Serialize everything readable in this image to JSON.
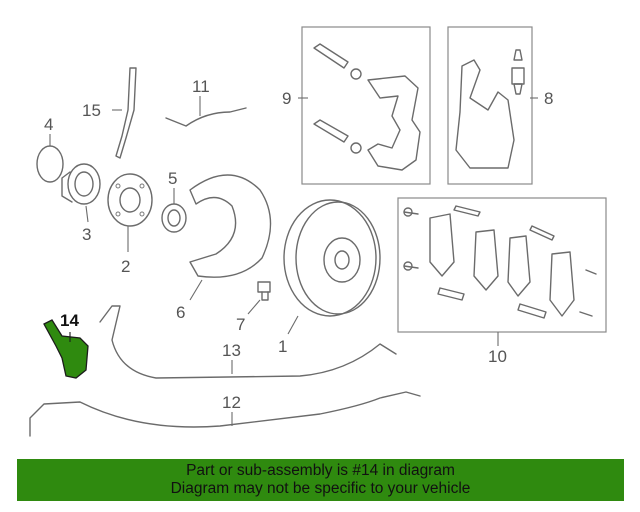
{
  "diagram": {
    "callouts": [
      "1",
      "2",
      "3",
      "4",
      "5",
      "6",
      "7",
      "8",
      "9",
      "10",
      "11",
      "12",
      "13",
      "14",
      "15"
    ],
    "highlighted_callout": "14",
    "highlight_color": "#2f8a0f"
  },
  "banner": {
    "line1": "Part or sub-assembly is #14 in diagram",
    "line2": "Diagram may not be specific to your vehicle",
    "background": "#2f8a0f"
  }
}
